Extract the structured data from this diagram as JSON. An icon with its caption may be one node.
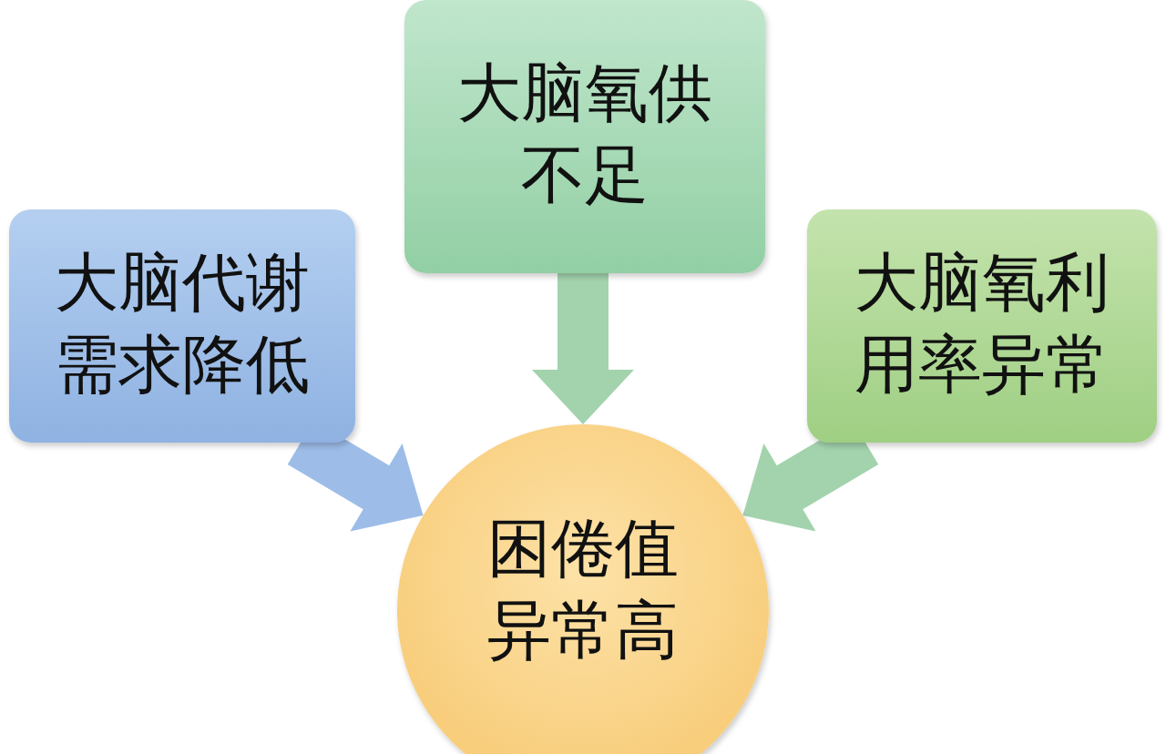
{
  "diagram": {
    "nodes": [
      {
        "text": [
          "大脑代谢需求降低"
        ]
      },
      {
        "text": [
          "大脑氧供不足"
        ]
      },
      {
        "text": [
          "大脑氧利用率异常"
        ]
      },
      {
        "text": [
          "困倦值异常高"
        ]
      }
    ],
    "edges": [
      {
        "from": 0,
        "to": 3,
        "arrow": "to",
        "style": "thick",
        "color": "#9dbde8"
      },
      {
        "from": 1,
        "to": 3,
        "arrow": "to",
        "style": "thick"
      },
      {
        "from": 2,
        "to": 3,
        "arrow": "to",
        "style": "thick"
      }
    ]
  }
}
